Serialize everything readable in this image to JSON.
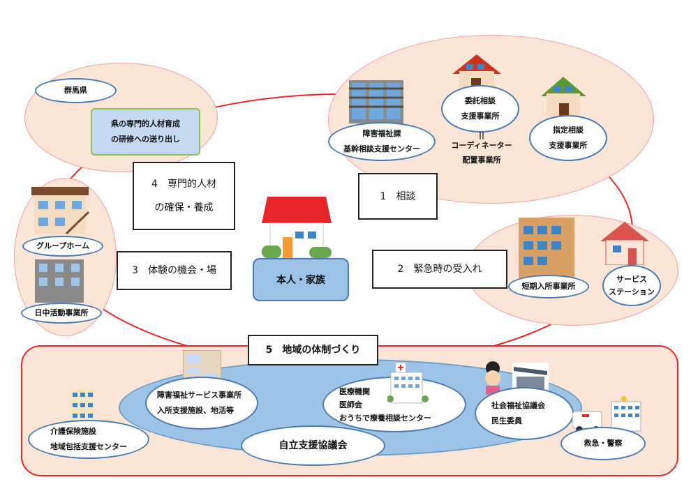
{
  "pref": {
    "name": "群馬県",
    "training": [
      "県の専門的人材育成",
      "の研修への送り出し"
    ]
  },
  "boxes": {
    "b4": [
      "4　専門的人材",
      "の確保・養成"
    ],
    "b3": "3　体験の機会・場",
    "b1": "1　相談",
    "b2": "2　緊急時の受入れ",
    "b5": "5　地域の体制づくり"
  },
  "center": "本人・家族",
  "left": {
    "group_home": "グループホーム",
    "day": "日中活動事業所"
  },
  "consult": {
    "center": [
      "障害福祉課",
      "基幹相談支援センター"
    ],
    "entrusted": [
      "委託相談",
      "支援事業所"
    ],
    "equals": "||",
    "coordinator": [
      "コーディネーター",
      "配置事業所"
    ],
    "designated": [
      "指定相談",
      "支援事業所"
    ]
  },
  "emergency": {
    "short": "短期入所事業所",
    "service": [
      "サービス",
      "ステーション"
    ]
  },
  "region": {
    "care": [
      "介護保険施設",
      "地域包括支援センター"
    ],
    "welfare": [
      "障害福祉サービス事業所",
      "入所支援施設、地活等"
    ],
    "medical": [
      "医療機関",
      "医師会",
      "おうちで療養相談センター"
    ],
    "social": [
      "社会福祉協議会",
      "民生委員"
    ],
    "council": "自立支援協議会",
    "emergency": "救急・警察"
  },
  "colors": {
    "red": "#e8262a",
    "pink": "#fbe5d6",
    "blue": "#9dc3e6"
  }
}
